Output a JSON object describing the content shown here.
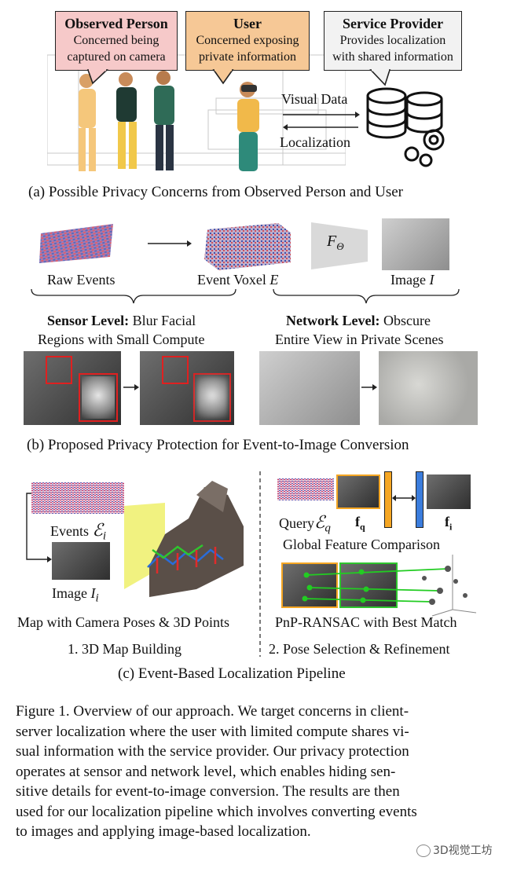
{
  "panel_a": {
    "observed_person": {
      "title": "Observed Person",
      "desc_line1": "Concerned being",
      "desc_line2": "captured on camera"
    },
    "user": {
      "title": "User",
      "desc_line1": "Concerned exposing",
      "desc_line2": "private information"
    },
    "service_provider": {
      "title": "Service Provider",
      "desc_line1": "Provides localization",
      "desc_line2": "with shared information"
    },
    "visual_data": "Visual Data",
    "localization": "Localization",
    "caption": "(a) Possible Privacy Concerns from Observed Person and User",
    "colors": {
      "observed_person_bubble": "#f6c9c9",
      "user_bubble": "#f6c896",
      "service_bubble": "#f2f2f2"
    }
  },
  "panel_b": {
    "raw_events": "Raw Events",
    "event_voxel": "Event Voxel",
    "event_voxel_symbol": "E",
    "network_symbol": "F",
    "network_subscript": "Θ",
    "image": "Image",
    "image_symbol": "I",
    "sensor_bold": "Sensor Level:",
    "sensor_rest1": "Blur Facial",
    "sensor_line2": "Regions with Small Compute",
    "network_bold": "Network Level:",
    "network_rest1": "Obscure",
    "network_line2": "Entire View in Private Scenes",
    "caption": "(b) Proposed Privacy Protection for Event-to-Image Conversion"
  },
  "panel_c": {
    "events_label": "Events",
    "events_symbol": "ℰ",
    "events_sub": "i",
    "image_label": "Image",
    "image_symbol": "I",
    "image_sub": "i",
    "map_caption": "Map with Camera Poses & 3D Points",
    "step1": "1. 3D Map Building",
    "query_label": "Query",
    "query_symbol": "ℰ",
    "query_sub": "q",
    "fq": "f",
    "fq_sub": "q",
    "fi": "f",
    "fi_sub": "i",
    "global_comparison": "Global Feature Comparison",
    "pnp": "PnP-RANSAC with Best Match",
    "step2": "2. Pose Selection & Refinement",
    "caption": "(c) Event-Based Localization Pipeline",
    "colors": {
      "query_bar": "#f5a623",
      "db_bar": "#3b7ddd",
      "match_line": "#22cc22"
    }
  },
  "figure_caption": {
    "line1": "Figure 1. Overview of our approach. We target concerns in client-",
    "line2": "server localization where the user with limited compute shares vi-",
    "line3": "sual information with the service provider. Our privacy protection",
    "line4": "operates at sensor and network level, which enables hiding sen-",
    "line5": "sitive details for event-to-image conversion.  The results are then",
    "line6": "used for our localization pipeline which involves converting events",
    "line7": "to images and applying image-based localization."
  },
  "watermark": "3D视觉工坊"
}
